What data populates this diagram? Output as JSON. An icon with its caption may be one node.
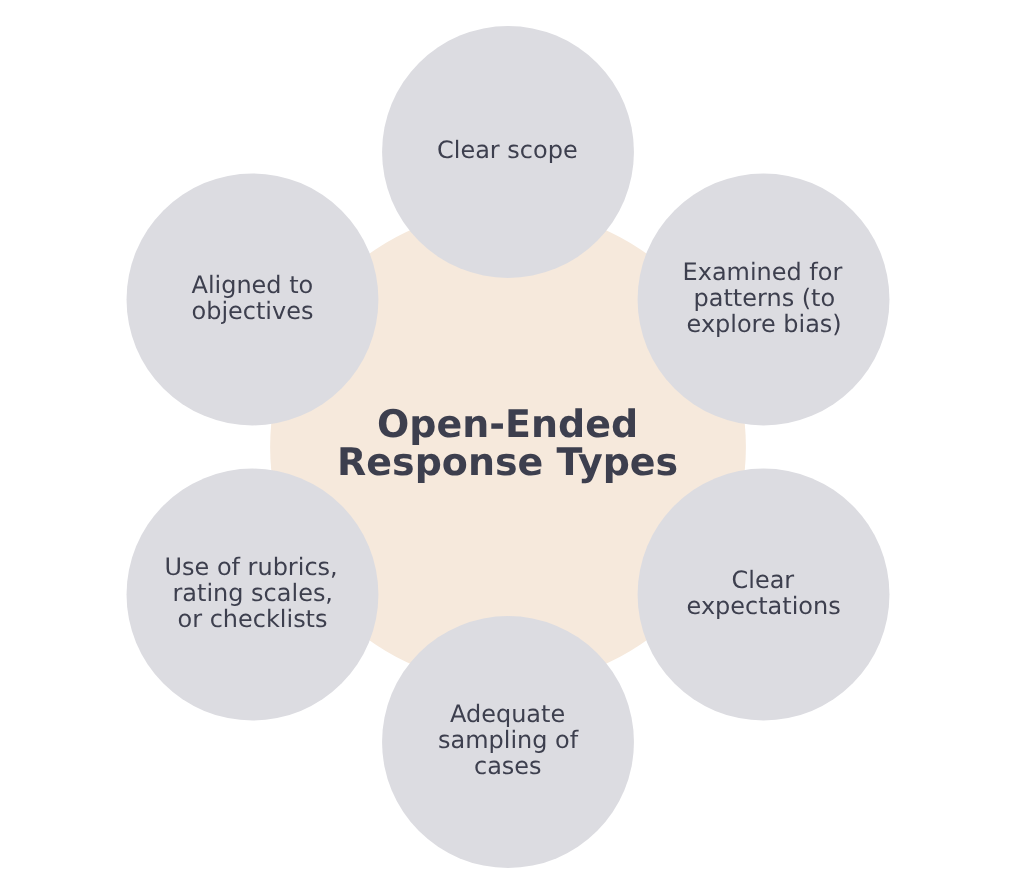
{
  "diagram": {
    "nodes": [
      {
        "text": [
          "Open-Ended Response Types"
        ]
      },
      {
        "text": [
          "Examined for patterns (to explore bias)"
        ]
      },
      {
        "text": [
          "Clear scope"
        ]
      },
      {
        "text": [
          "Aligned to objectives"
        ]
      },
      {
        "text": [
          "Use of rubrics, rating scales, or checklists"
        ]
      },
      {
        "text": [
          "Adequate sampling of cases"
        ]
      },
      {
        "text": [
          "Clear expectations"
        ]
      }
    ]
  }
}
